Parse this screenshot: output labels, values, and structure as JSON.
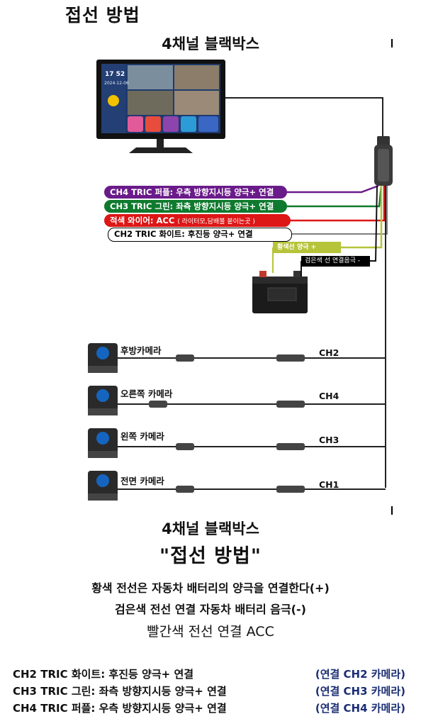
{
  "header": {
    "title": "접선 방법",
    "subtitle": "4채널 블랙박스"
  },
  "monitor": {
    "clock": "17 52",
    "date": "2024-12-06"
  },
  "wires": {
    "ch4_purple": "CH4 TRIC 퍼플: 우측 방향지시등 양극+ 연결",
    "ch3_green": "CH3 TRIC 그린: 좌측 방향지시등 양극+ 연결",
    "red_main": "적색 와이어: ACC",
    "red_note": "( 라이터모,담배불 붙이는곳 )",
    "ch2_white": "CH2 TRIC 화이트: 후진등 양극+ 연결",
    "yellow": "황색선 양극 +",
    "black": "검은색 선 연결음극 -"
  },
  "cameras": [
    {
      "label": "후방카메라",
      "channel": "CH2"
    },
    {
      "label": "오른쪽 카메라",
      "channel": "CH4"
    },
    {
      "label": "왼쪽 카메라",
      "channel": "CH3"
    },
    {
      "label": "전면 카메라",
      "channel": "CH1"
    }
  ],
  "footer": {
    "title": "4채널 블랙박스",
    "method": "\"접선 방법\"",
    "notes": [
      "황색 전선은 자동차 배터리의 양극을 연결한다(+)",
      "검은색 전선 연결 자동차 배터리 음극(-)",
      "빨간색 전선 연결 ACC"
    ],
    "legend": [
      {
        "text": "CH2 TRIC 화이트: 후진등 양극+ 연결",
        "link": "(연결 CH2 카메라)"
      },
      {
        "text": "CH3 TRIC 그린: 좌측 방향지시등 양극+ 연결",
        "link": "(연결 CH3 카메라)"
      },
      {
        "text": "CH4 TRIC 퍼플: 우측 방향지시등 양극+ 연결",
        "link": "(연결 CH4 카메라)"
      }
    ]
  },
  "colors": {
    "purple": "#6a1b8a",
    "green": "#0f7a2e",
    "red": "#dd1616",
    "yellow": "#b6c43a",
    "link": "#1a2d73"
  }
}
